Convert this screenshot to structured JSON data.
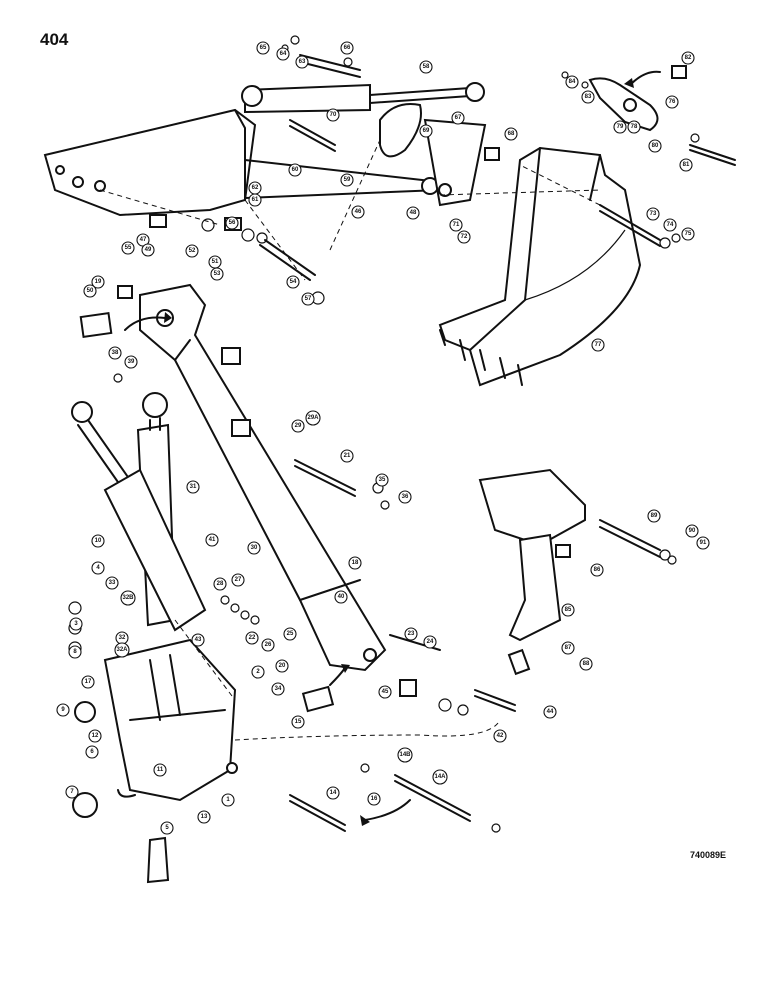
{
  "page_number": "404",
  "drawing_code": "740089E",
  "callouts": [
    "1",
    "2",
    "3",
    "4",
    "5",
    "6",
    "7",
    "8",
    "9",
    "10",
    "11",
    "12",
    "13",
    "14",
    "14A",
    "14B",
    "15",
    "16",
    "17",
    "18",
    "19",
    "20",
    "21",
    "22",
    "23",
    "24",
    "25",
    "26",
    "27",
    "28",
    "29",
    "29A",
    "30",
    "31",
    "32",
    "32A",
    "32B",
    "33",
    "34",
    "35",
    "36",
    "38",
    "39",
    "40",
    "41",
    "42",
    "43",
    "44",
    "45",
    "46",
    "47",
    "48",
    "49",
    "50",
    "51",
    "52",
    "53",
    "54",
    "55",
    "56",
    "57",
    "58",
    "59",
    "60",
    "61",
    "62",
    "63",
    "64",
    "65",
    "66",
    "67",
    "68",
    "69",
    "70",
    "71",
    "72",
    "73",
    "74",
    "75",
    "76",
    "77",
    "78",
    "79",
    "80",
    "81",
    "82",
    "83",
    "84",
    "85",
    "86",
    "87",
    "88",
    "89",
    "90",
    "91"
  ]
}
